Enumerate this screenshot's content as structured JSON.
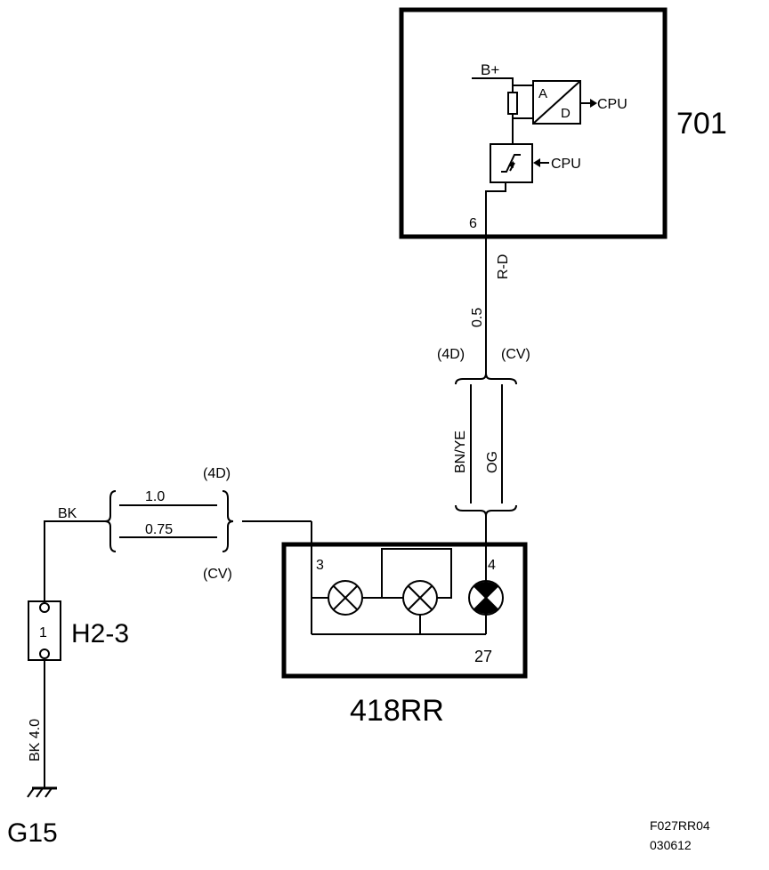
{
  "ecu": {
    "id": "701",
    "b_plus": "B+",
    "adc_a": "A",
    "adc_d": "D",
    "cpu_out": "CPU",
    "cpu_in": "CPU",
    "pin": "6"
  },
  "wire_ecu_lamp": {
    "color": "R-D",
    "size": "0.5",
    "variant_4d": "(4D)",
    "variant_cv": "(CV)",
    "color_4d": "BN/YE",
    "color_cv": "OG"
  },
  "wire_ground_lamp": {
    "color": "BK",
    "size_4d": "1.0",
    "size_cv": "0.75",
    "variant_4d": "(4D)",
    "variant_cv": "(CV)"
  },
  "lamp_unit": {
    "id": "418RR",
    "pin_left": "3",
    "pin_right": "4",
    "pin_bottom": "27"
  },
  "connector": {
    "id": "H2-3",
    "pin": "1"
  },
  "ground_wire": {
    "label": "BK 4.0"
  },
  "ground": {
    "id": "G15"
  },
  "footer": {
    "figure_id": "F027RR04",
    "date_code": "030612"
  }
}
